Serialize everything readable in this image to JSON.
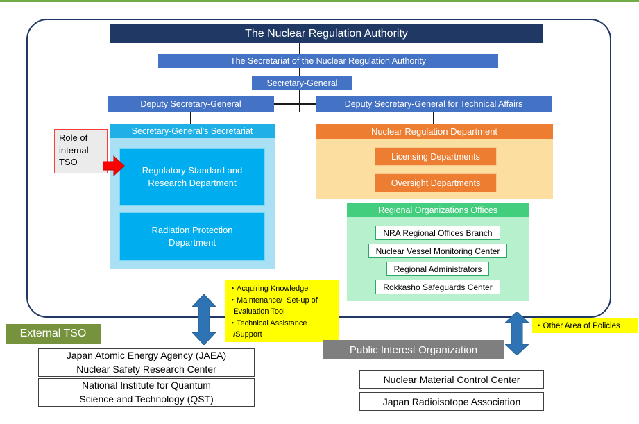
{
  "org": {
    "title": "The Nuclear Regulation Authority",
    "secretariat_bar": "The Secretariat of the Nuclear Regulation Authority",
    "secretary_general": "Secretary-General",
    "deputy_sg": "Deputy Secretary-General",
    "deputy_sg_technical": "Deputy Secretary-General for Technical Affairs",
    "sg_secretariat": {
      "header": "Secretary-General's Secretariat",
      "departments": [
        "Regulatory Standard and\nResearch Department",
        "Radiation Protection\nDepartment"
      ]
    },
    "nuclear_regulation": {
      "header": "Nuclear Regulation Department",
      "departments": [
        "Licensing Departments",
        "Oversight Departments"
      ]
    },
    "regional": {
      "header": "Regional Organizations Offices",
      "offices": [
        "NRA Regional Offices Branch",
        "Nuclear Vessel Monitoring Center",
        "Regional Administrators",
        "Rokkasho Safeguards Center"
      ]
    }
  },
  "role_note": "Role of\ninternal\nTSO",
  "external_tso": {
    "label": "External TSO",
    "note": "・Acquiring Knowledge\n・Maintenance/  Set-up of\n  Evaluation Tool\n・Technical Assistance\n  /Support",
    "organizations": [
      "Japan Atomic Energy Agency (JAEA)\nNuclear Safety Research Center",
      "National Institute for Quantum\nScience and Technology (QST)"
    ]
  },
  "public_interest": {
    "label": "Public Interest Organization",
    "note": "・Other Area of Policies",
    "organizations": [
      "Nuclear Material Control Center",
      "Japan Radioisotope Association"
    ]
  },
  "colors": {
    "navy": "#1F3864",
    "blue": "#4472C4",
    "cyan": "#00AEEF",
    "cyan_light": "#A9E0F4",
    "orange": "#ED7D31",
    "orange_light": "#FBDEA0",
    "green": "#43CE7E",
    "green_light": "#B7F0CD",
    "arrow_blue": "#2E74B5",
    "external_tso_green": "#76923C",
    "public_interest_gray": "#7F7F7F",
    "note_yellow": "#FFFF00",
    "top_rule_green": "#70AD47",
    "role_arrow_red": "#FF0000"
  }
}
